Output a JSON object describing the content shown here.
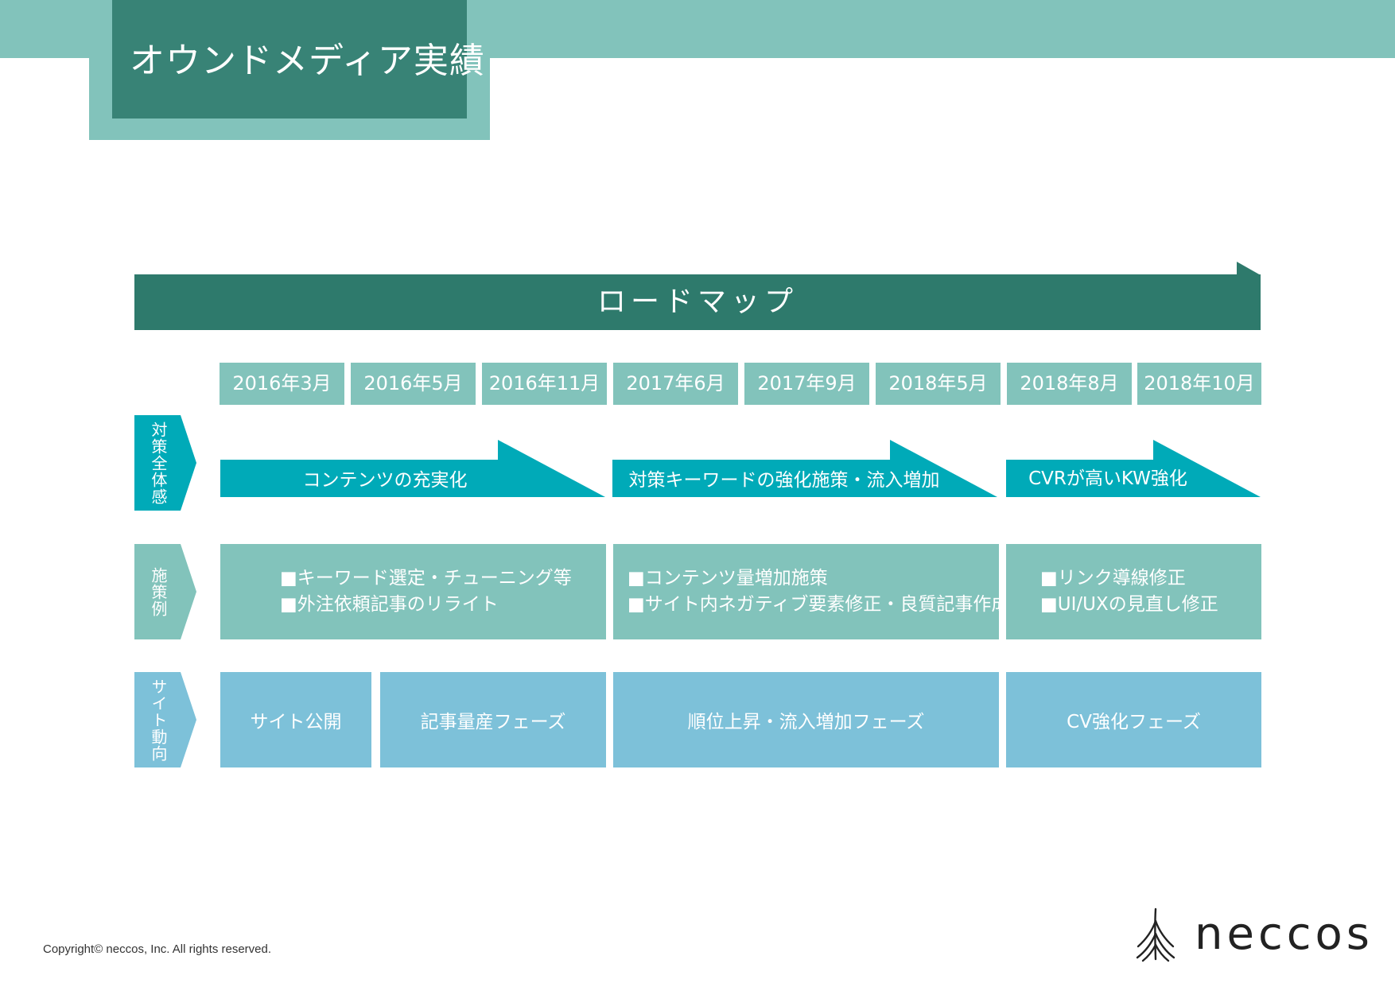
{
  "header": {
    "title": "オウンドメディア実績"
  },
  "roadmap": {
    "title": "ロードマップ",
    "dates": [
      "2016年3月",
      "2016年5月",
      "2016年11月",
      "2017年6月",
      "2017年9月",
      "2018年5月",
      "2018年8月",
      "2018年10月"
    ],
    "rows": {
      "overall": {
        "label": "対策全体感",
        "items": [
          "コンテンツの充実化",
          "対策キーワードの強化施策・流入増加",
          "CVRが高いKW強化"
        ]
      },
      "examples": {
        "label": "施策例",
        "items": [
          {
            "lines": [
              "■キーワード選定・チューニング等",
              "■外注依頼記事のリライト"
            ]
          },
          {
            "lines": [
              "■コンテンツ量増加施策",
              "■サイト内ネガティブ要素修正・良質記事作成"
            ]
          },
          {
            "lines": [
              "■リンク導線修正",
              "■UI/UXの見直し修正"
            ]
          }
        ]
      },
      "site": {
        "label": "サイト動向",
        "items": [
          "サイト公開",
          "記事量産フェーズ",
          "順位上昇・流入増加フェーズ",
          "CV強化フェーズ"
        ]
      }
    }
  },
  "colors": {
    "dark_teal": "#2e7a6c",
    "light_teal": "#82c3bb",
    "cyan": "#00aab8",
    "light_blue": "#7dc1d9"
  },
  "footer": {
    "copyright": "Copyright© neccos, Inc. All rights reserved.",
    "logo_text": "neccos"
  }
}
